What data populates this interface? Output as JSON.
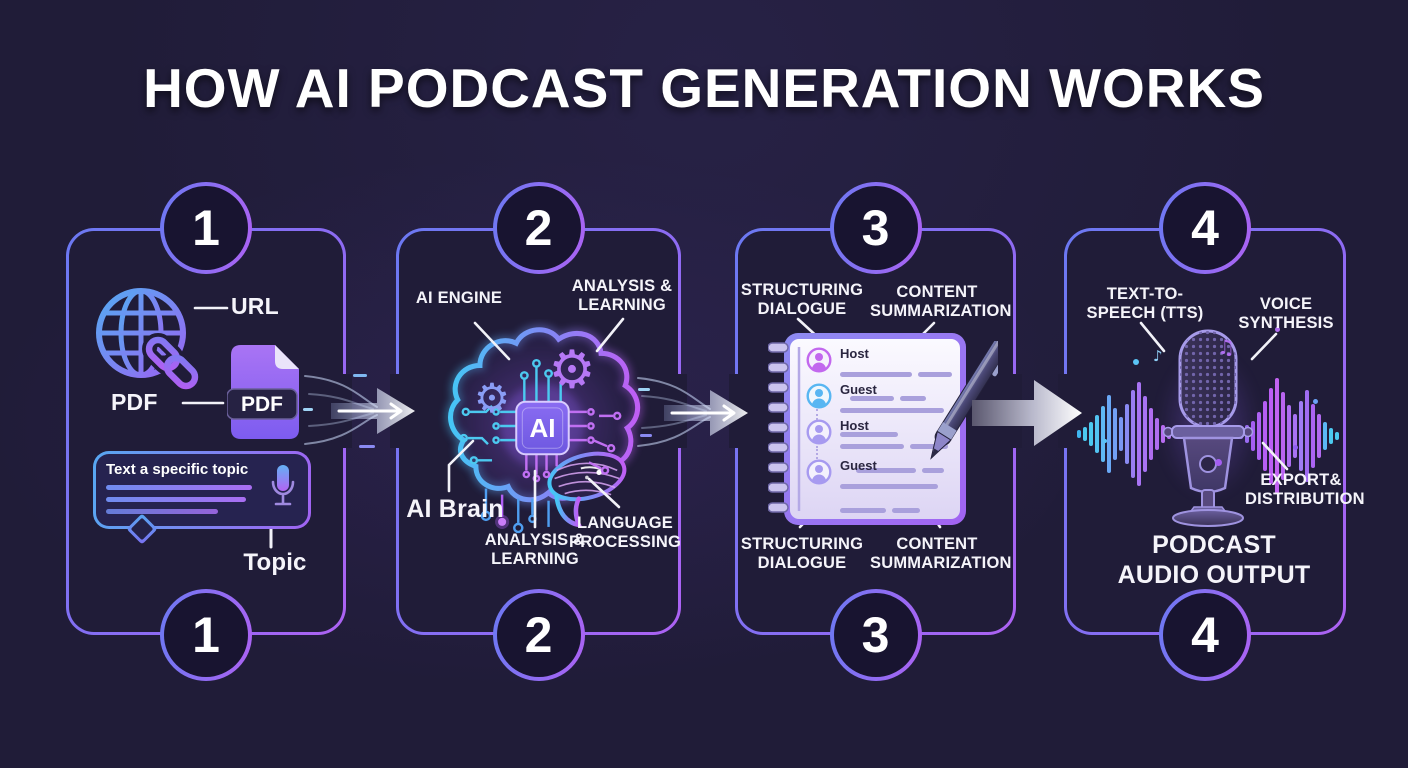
{
  "title": "HOW AI PODCAST GENERATION WORKS",
  "colors": {
    "background": "#201c38",
    "panel_border_blue": "#6b79f2",
    "panel_border_purple": "#ad62f3",
    "accent_cyan": "#4cc9f0",
    "accent_purple": "#a855f7",
    "label_white": "#ffffff"
  },
  "steps": {
    "step1": {
      "number": "1",
      "url_label": "URL",
      "pdf_label": "PDF",
      "pdf_badge": "PDF",
      "bubble_text": "Text a specific topic",
      "topic_label": "Topic"
    },
    "step2": {
      "number": "2",
      "ai_engine_label": "AI ENGINE",
      "analysis_top_label": "ANALYSIS & LEARNING",
      "ai_brain_label": "AI Brain",
      "analysis_bottom_label": "ANALYSIS & LEARNING",
      "language_label": "LANGUAGE PROCESSING",
      "chip_label": "AI"
    },
    "step3": {
      "number": "3",
      "structuring_top_label": "STRUCTURING DIALOGUE",
      "content_top_label": "CONTENT SUMMARIZATION",
      "structuring_bottom_label": "STRUCTURING DIALOGUE",
      "content_bottom_label": "CONTENT SUMMARIZATION",
      "dialogue_rows": [
        {
          "speaker": "Host",
          "color": "#c268ee"
        },
        {
          "speaker": "Guest",
          "color": "#58b6f2"
        },
        {
          "speaker": "Host",
          "color": "#a79af0"
        },
        {
          "speaker": "Guest",
          "color": "#a79af0"
        }
      ]
    },
    "step4": {
      "number": "4",
      "tts_label": "TEXT-TO-SPEECH (TTS)",
      "voice_label": "VOICE SYNTHESIS",
      "export_label": "EXPORT& DISTRIBUTION",
      "output_label": "PODCAST AUDIO OUTPUT"
    }
  }
}
